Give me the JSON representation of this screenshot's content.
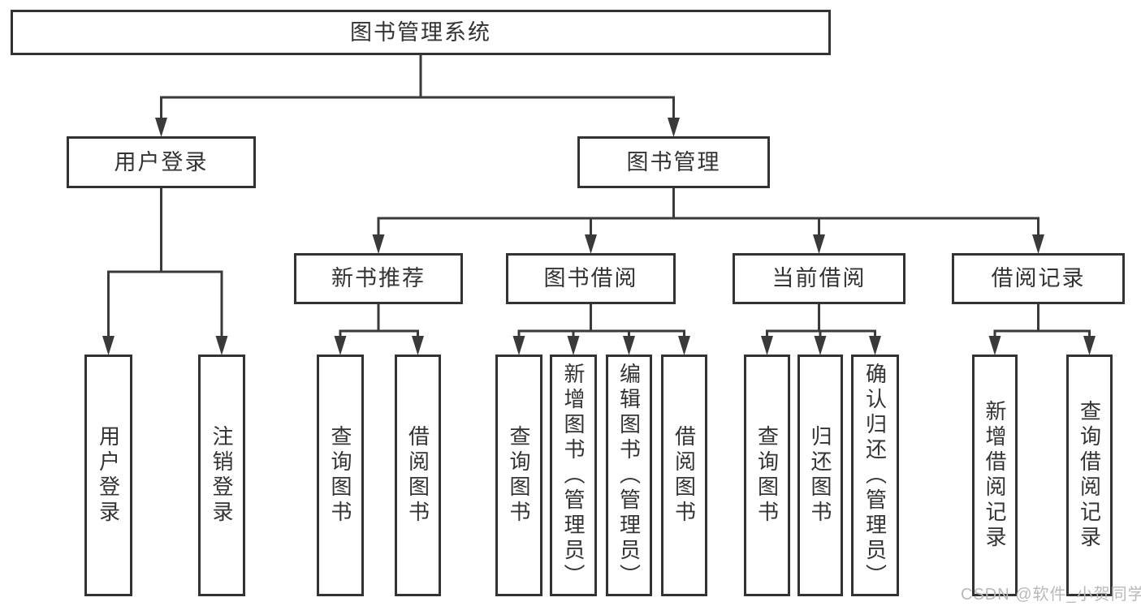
{
  "diagram": {
    "type": "hierarchy-function-structure",
    "colors": {
      "line": "#3a3a3a",
      "box_border": "#333333",
      "box_fill": "#ffffff",
      "text": "#333333",
      "watermark": "#b9b9b9"
    },
    "nodes": [
      {
        "id": "root",
        "label": "图书管理系统",
        "level": 1,
        "parent": null
      },
      {
        "id": "user-login",
        "label": "用户登录",
        "level": 2,
        "parent": "root"
      },
      {
        "id": "book-mgmt",
        "label": "图书管理",
        "level": 2,
        "parent": "root"
      },
      {
        "id": "new-book-rec",
        "label": "新书推荐",
        "level": 3,
        "parent": "book-mgmt"
      },
      {
        "id": "book-borrow",
        "label": "图书借阅",
        "level": 3,
        "parent": "book-mgmt"
      },
      {
        "id": "current-borrow",
        "label": "当前借阅",
        "level": 3,
        "parent": "book-mgmt"
      },
      {
        "id": "borrow-records",
        "label": "借阅记录",
        "level": 3,
        "parent": "book-mgmt"
      },
      {
        "id": "leaf-user-login",
        "label": "用户登录",
        "level": 4,
        "parent": "user-login"
      },
      {
        "id": "leaf-logout",
        "label": "注销登录",
        "level": 4,
        "parent": "user-login"
      },
      {
        "id": "leaf-query-book-1",
        "label": "查询图书",
        "level": 4,
        "parent": "new-book-rec"
      },
      {
        "id": "leaf-borrow-book-1",
        "label": "借阅图书",
        "level": 4,
        "parent": "new-book-rec"
      },
      {
        "id": "leaf-query-book-2",
        "label": "查询图书",
        "level": 4,
        "parent": "book-borrow"
      },
      {
        "id": "leaf-add-book",
        "label": "新增图书（管理员）",
        "level": 4,
        "parent": "book-borrow"
      },
      {
        "id": "leaf-edit-book",
        "label": "编辑图书（管理员）",
        "level": 4,
        "parent": "book-borrow"
      },
      {
        "id": "leaf-borrow-book-2",
        "label": "借阅图书",
        "level": 4,
        "parent": "book-borrow"
      },
      {
        "id": "leaf-query-book-3",
        "label": "查询图书",
        "level": 4,
        "parent": "current-borrow"
      },
      {
        "id": "leaf-return-book",
        "label": "归还图书",
        "level": 4,
        "parent": "current-borrow"
      },
      {
        "id": "leaf-confirm-return",
        "label": "确认归还（管理员）",
        "level": 4,
        "parent": "current-borrow"
      },
      {
        "id": "leaf-add-record",
        "label": "新增借阅记录",
        "level": 4,
        "parent": "borrow-records"
      },
      {
        "id": "leaf-query-record",
        "label": "查询借阅记录",
        "level": 4,
        "parent": "borrow-records"
      }
    ],
    "watermark": "CSDN @软件_小贺同学"
  }
}
